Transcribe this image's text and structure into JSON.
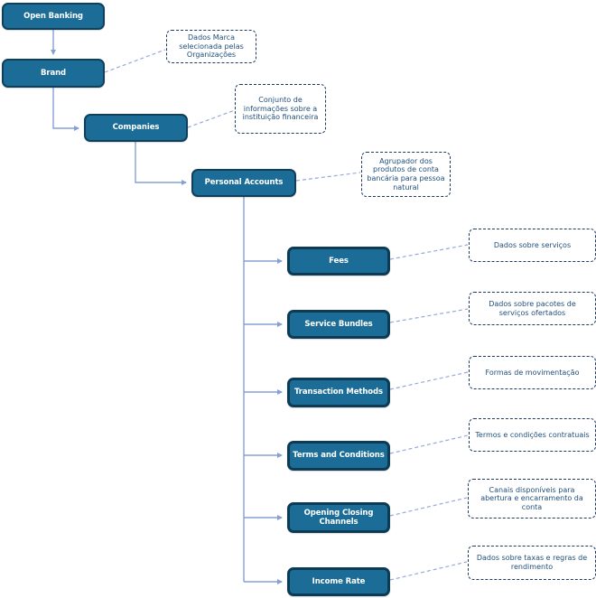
{
  "diagram": {
    "type": "hierarchy-flowchart",
    "nodes": [
      {
        "id": "open-banking",
        "label": "Open Banking",
        "level": "root",
        "parent": null
      },
      {
        "id": "brand",
        "label": "Brand",
        "level": "1",
        "parent": "open-banking"
      },
      {
        "id": "companies",
        "label": "Companies",
        "level": "2",
        "parent": "brand"
      },
      {
        "id": "personal-accounts",
        "label": "Personal Accounts",
        "level": "3",
        "parent": "companies"
      },
      {
        "id": "fees",
        "label": "Fees",
        "level": "4",
        "parent": "personal-accounts"
      },
      {
        "id": "service-bundles",
        "label": "Service Bundles",
        "level": "4",
        "parent": "personal-accounts"
      },
      {
        "id": "transaction-methods",
        "label": "Transaction Methods",
        "level": "4",
        "parent": "personal-accounts"
      },
      {
        "id": "terms-and-conditions",
        "label": "Terms and Conditions",
        "level": "4",
        "parent": "personal-accounts"
      },
      {
        "id": "opening-closing-channels",
        "label": "Opening Closing Channels",
        "level": "4",
        "parent": "personal-accounts"
      },
      {
        "id": "income-rate",
        "label": "Income Rate",
        "level": "4",
        "parent": "personal-accounts"
      }
    ],
    "annotations": [
      {
        "for": "brand",
        "text": "Dados Marca selecionada pelas Organizações"
      },
      {
        "for": "companies",
        "text": "Conjunto de informações sobre a instituição financeira"
      },
      {
        "for": "personal-accounts",
        "text": "Agrupador dos produtos de conta bancária para pessoa natural"
      },
      {
        "for": "fees",
        "text": "Dados sobre serviços"
      },
      {
        "for": "service-bundles",
        "text": "Dados sobre pacotes de serviços ofertados"
      },
      {
        "for": "transaction-methods",
        "text": "Formas de movimentação"
      },
      {
        "for": "terms-and-conditions",
        "text": "Termos e condições contratuais"
      },
      {
        "for": "opening-closing-channels",
        "text": "Canais disponíveis para abertura e encarramento da conta"
      },
      {
        "for": "income-rate",
        "text": "Dados sobre taxas e regras de rendimento"
      }
    ]
  },
  "colors": {
    "canvas-bg": "#ffffff",
    "node-fill": "#1b6c96",
    "node-border": "#113f5a",
    "child-node-border": "#0d3a55",
    "node-text": "#ffffff",
    "note-fill": "#ffffff",
    "note-border": "#1f3a5f",
    "note-text": "#1f4e79",
    "connector": "#86a0d4"
  }
}
